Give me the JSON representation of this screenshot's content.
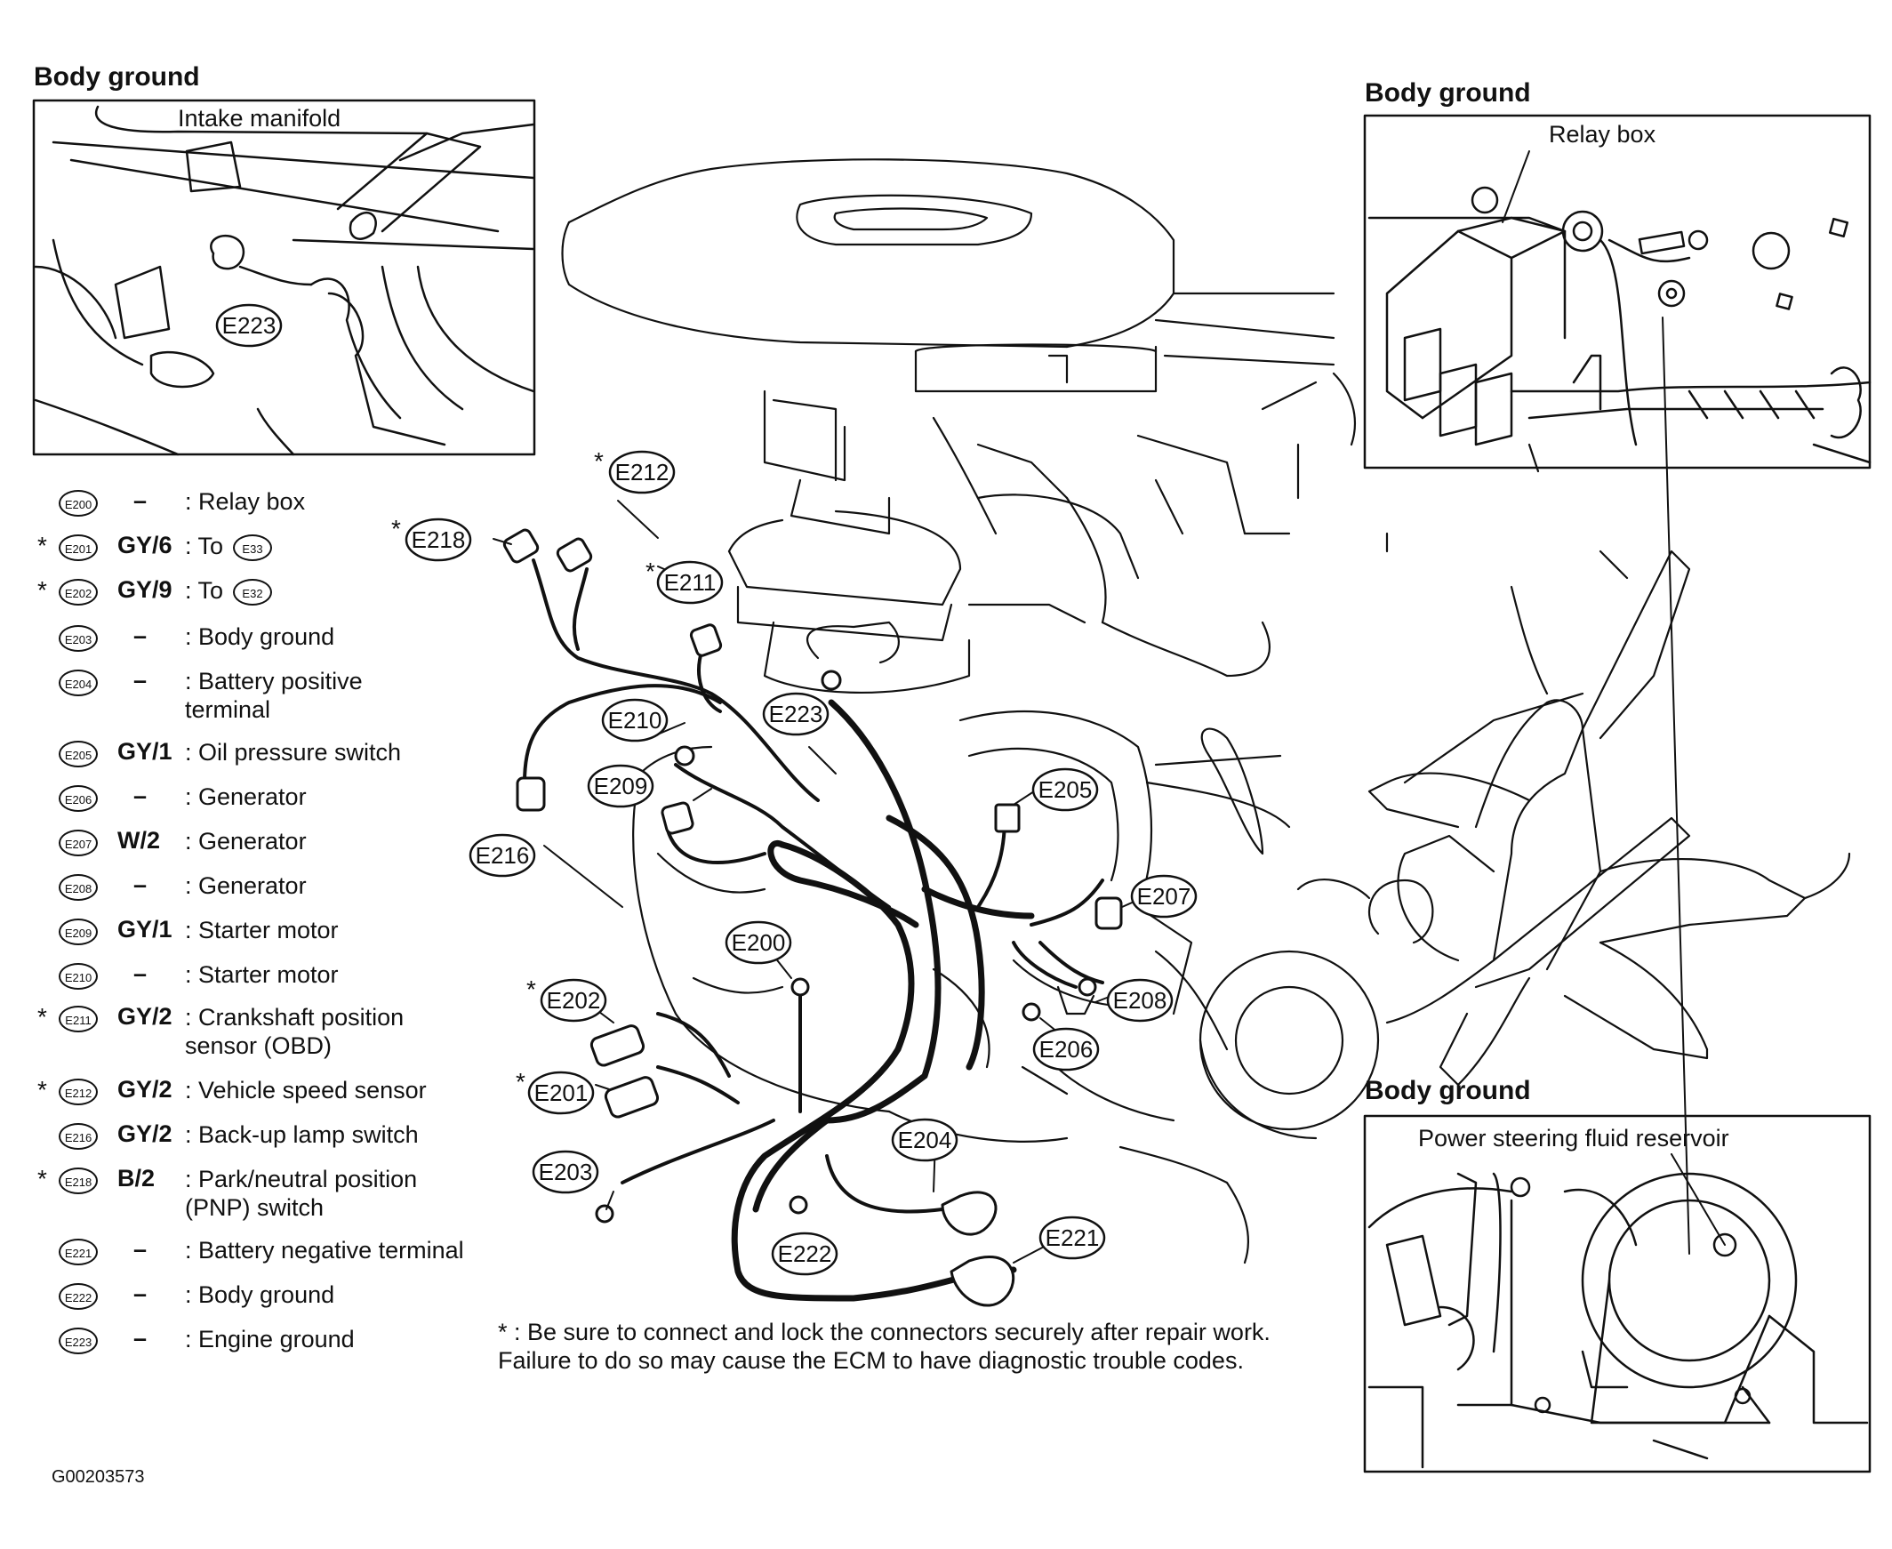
{
  "insets": [
    {
      "title": "Body ground",
      "label": "Intake manifold",
      "callout": "E223"
    },
    {
      "title": "Body ground",
      "label": "Relay box"
    },
    {
      "title": "Body ground",
      "label": "Power steering fluid reservoir"
    }
  ],
  "legend": [
    {
      "star": "",
      "code": "–",
      "badge": "E200",
      "desc": ": Relay box"
    },
    {
      "star": "*",
      "code": "GY/6",
      "badge": "E201",
      "desc": ": To",
      "ref": "E33"
    },
    {
      "star": "*",
      "code": "GY/9",
      "badge": "E202",
      "desc": ": To",
      "ref": "E32"
    },
    {
      "star": "",
      "code": "–",
      "badge": "E203",
      "desc": ": Body ground"
    },
    {
      "star": "",
      "code": "–",
      "badge": "E204",
      "desc": ": Battery positive\n  terminal"
    },
    {
      "star": "",
      "code": "GY/1",
      "badge": "E205",
      "desc": ": Oil pressure switch"
    },
    {
      "star": "",
      "code": "–",
      "badge": "E206",
      "desc": ": Generator"
    },
    {
      "star": "",
      "code": "W/2",
      "badge": "E207",
      "desc": ": Generator"
    },
    {
      "star": "",
      "code": "–",
      "badge": "E208",
      "desc": ": Generator"
    },
    {
      "star": "",
      "code": "GY/1",
      "badge": "E209",
      "desc": ": Starter motor"
    },
    {
      "star": "",
      "code": "–",
      "badge": "E210",
      "desc": ": Starter motor"
    },
    {
      "star": "*",
      "code": "GY/2",
      "badge": "E211",
      "desc": ": Crankshaft position\n  sensor (OBD)"
    },
    {
      "star": "*",
      "code": "GY/2",
      "badge": "E212",
      "desc": ": Vehicle speed sensor"
    },
    {
      "star": "",
      "code": "GY/2",
      "badge": "E216",
      "desc": ": Back-up lamp switch"
    },
    {
      "star": "*",
      "code": "B/2",
      "badge": "E218",
      "desc": ": Park/neutral position\n  (PNP) switch"
    },
    {
      "star": "",
      "code": "–",
      "badge": "E221",
      "desc": ": Battery negative terminal"
    },
    {
      "star": "",
      "code": "–",
      "badge": "E222",
      "desc": ": Body ground"
    },
    {
      "star": "",
      "code": "–",
      "badge": "E223",
      "desc": ": Engine ground"
    }
  ],
  "callouts": {
    "E212": "E212",
    "E218": "E218",
    "E211": "E211",
    "E210": "E210",
    "E223": "E223",
    "E209": "E209",
    "E216": "E216",
    "E205": "E205",
    "E207": "E207",
    "E200": "E200",
    "E208": "E208",
    "E202": "E202",
    "E206": "E206",
    "E201": "E201",
    "E204": "E204",
    "E203": "E203",
    "E221": "E221",
    "E222": "E222"
  },
  "star_mark": "*",
  "footnote": "* : Be sure to connect and lock the connectors securely after repair work.\n   Failure to do so may cause the ECM  to have diagnostic trouble codes.",
  "figure_id": "G00203573"
}
